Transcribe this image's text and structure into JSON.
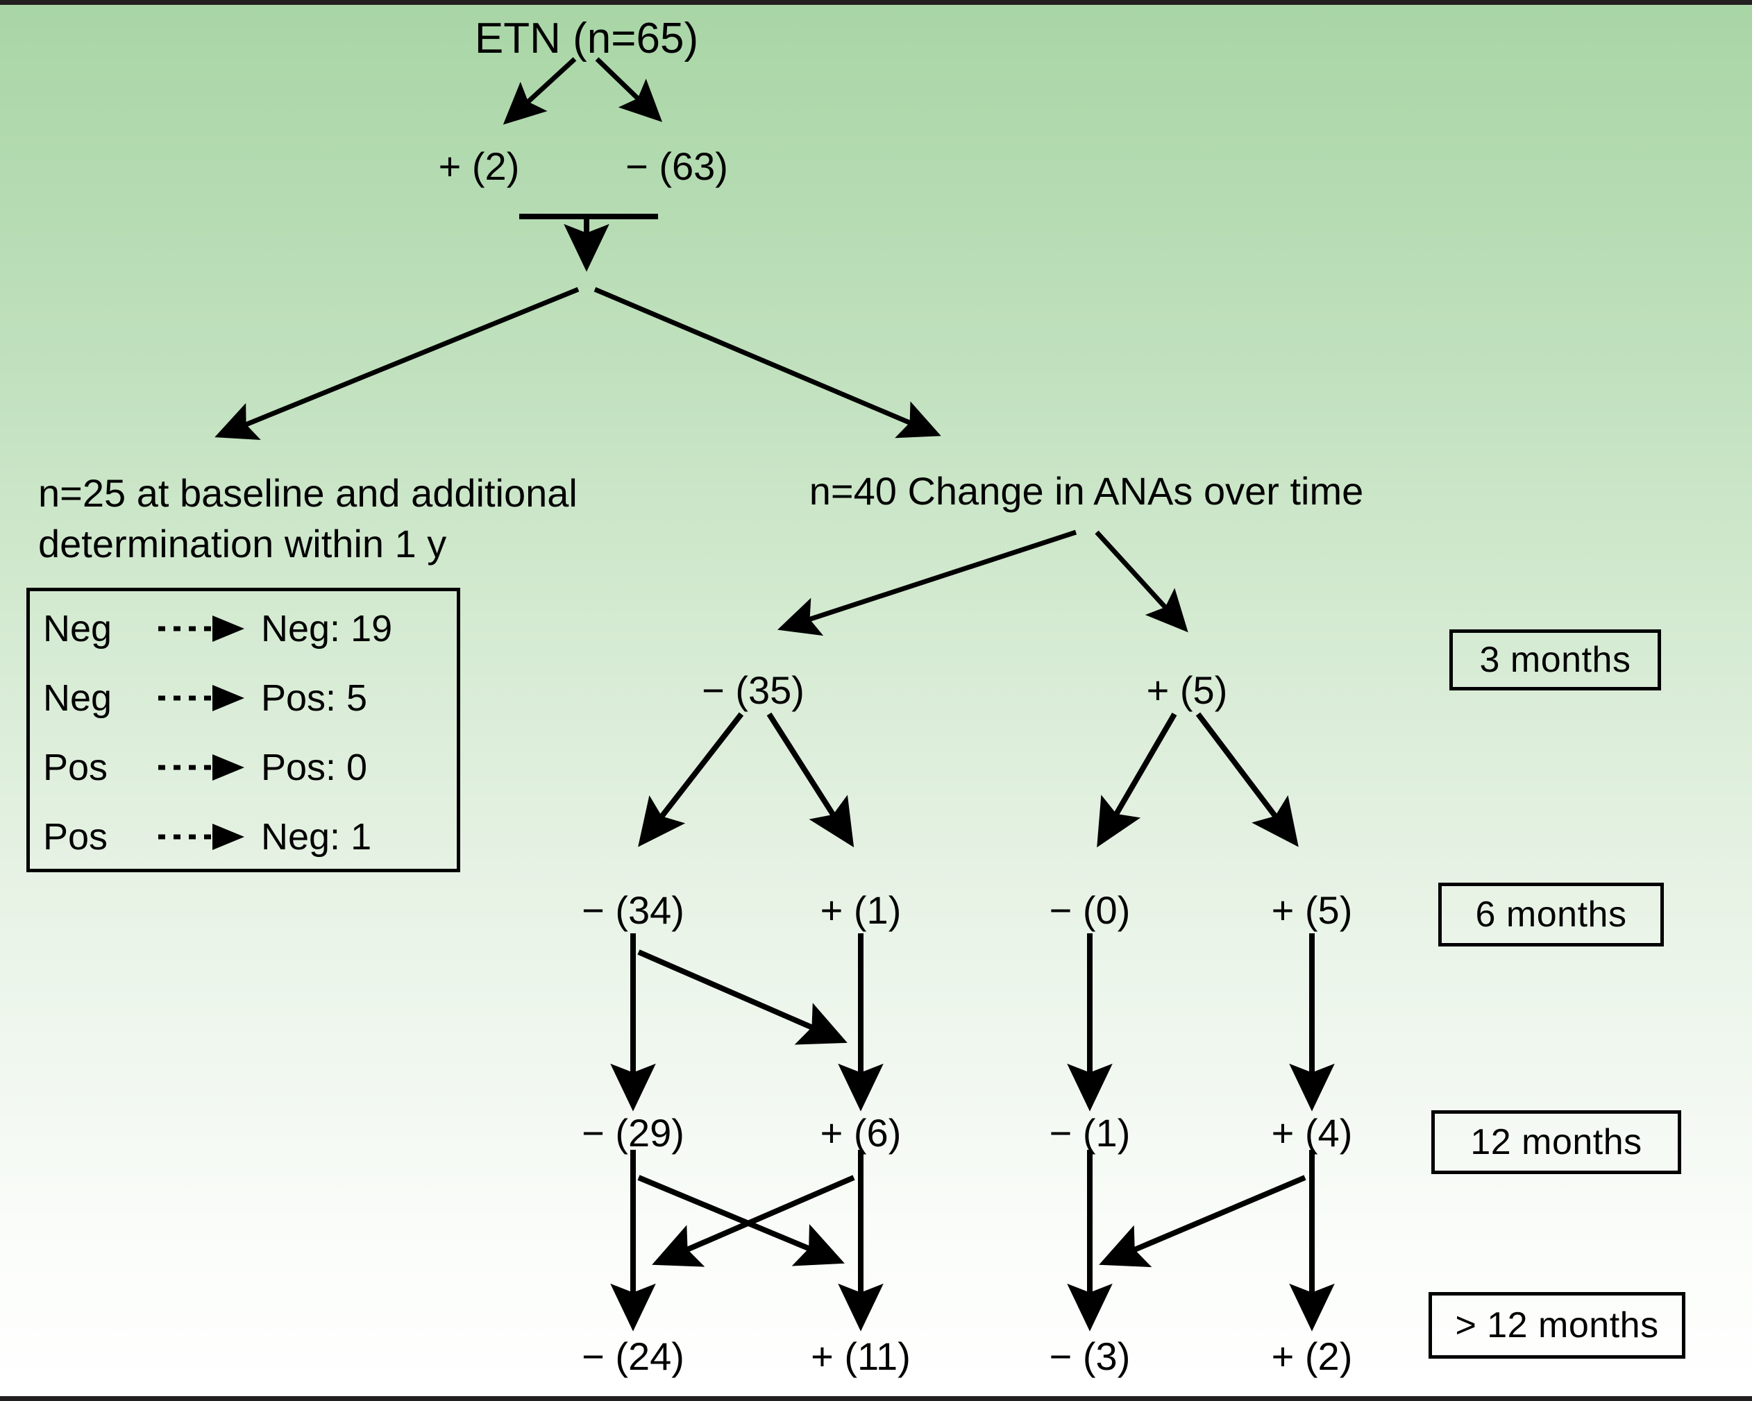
{
  "figure": {
    "title_text": "ETN (n=65)",
    "background_top_color": "#a9d6a6",
    "background_bottom_color": "#ffffff",
    "line_color": "#000000"
  },
  "root": {
    "label": "ETN (n=65)"
  },
  "baseline": {
    "positive": "+ (2)",
    "negative": "− (63)"
  },
  "branches": {
    "left_note_line1": "n=25 at baseline and additional",
    "left_note_line2": "determination within 1 y",
    "left_note": "n=25 at baseline and additional determination within 1 y",
    "right_header": "n=40 Change in ANAs over time"
  },
  "legend": {
    "rows": [
      {
        "from": "Neg",
        "to": "Neg: 19"
      },
      {
        "from": "Neg",
        "to": "Pos: 5"
      },
      {
        "from": "Pos",
        "to": "Pos: 0"
      },
      {
        "from": "Pos",
        "to": "Neg: 1"
      }
    ]
  },
  "timepoints": [
    {
      "label": "3 months"
    },
    {
      "label": "6 months"
    },
    {
      "label": "12 months"
    },
    {
      "label": "> 12 months"
    }
  ],
  "chart_data": {
    "type": "diagram",
    "title": "ETN (n=65) ANA flow diagram",
    "levels": [
      {
        "name": "baseline",
        "nodes": [
          {
            "sign": "+",
            "count": 2,
            "label": "+ (2)"
          },
          {
            "sign": "−",
            "count": 63,
            "label": "− (63)"
          }
        ]
      },
      {
        "name": "3 months",
        "nodes": [
          {
            "sign": "−",
            "count": 35,
            "label": "− (35)"
          },
          {
            "sign": "+",
            "count": 5,
            "label": "+ (5)"
          }
        ]
      },
      {
        "name": "6 months",
        "nodes": [
          {
            "sign": "−",
            "count": 34,
            "label": "− (34)"
          },
          {
            "sign": "+",
            "count": 1,
            "label": "+ (1)"
          },
          {
            "sign": "−",
            "count": 0,
            "label": "− (0)"
          },
          {
            "sign": "+",
            "count": 5,
            "label": "+ (5)"
          }
        ]
      },
      {
        "name": "12 months",
        "nodes": [
          {
            "sign": "−",
            "count": 29,
            "label": "− (29)"
          },
          {
            "sign": "+",
            "count": 6,
            "label": "+ (6)"
          },
          {
            "sign": "−",
            "count": 1,
            "label": "− (1)"
          },
          {
            "sign": "+",
            "count": 4,
            "label": "+ (4)"
          }
        ]
      },
      {
        "name": "> 12 months",
        "nodes": [
          {
            "sign": "−",
            "count": 24,
            "label": "− (24)"
          },
          {
            "sign": "+",
            "count": 11,
            "label": "+ (11)"
          },
          {
            "sign": "−",
            "count": 3,
            "label": "− (3)"
          },
          {
            "sign": "+",
            "count": 2,
            "label": "+ (2)"
          }
        ]
      }
    ],
    "subgroups": {
      "with_repeat_within_1y": 25,
      "change_over_time": 40
    },
    "transitions_within_1y": [
      {
        "from": "Neg",
        "to": "Neg",
        "n": 19
      },
      {
        "from": "Neg",
        "to": "Pos",
        "n": 5
      },
      {
        "from": "Pos",
        "to": "Pos",
        "n": 0
      },
      {
        "from": "Pos",
        "to": "Neg",
        "n": 1
      }
    ]
  },
  "nodes": {
    "m3_neg": "− (35)",
    "m3_pos": "+ (5)",
    "m6_neg_a": "− (34)",
    "m6_pos_a": "+ (1)",
    "m6_neg_b": "− (0)",
    "m6_pos_b": "+ (5)",
    "m12_neg_a": "− (29)",
    "m12_pos_a": "+ (6)",
    "m12_neg_b": "− (1)",
    "m12_pos_b": "+ (4)",
    "mg12_neg_a": "− (24)",
    "mg12_pos_a": "+ (11)",
    "mg12_neg_b": "− (3)",
    "mg12_pos_b": "+ (2)"
  }
}
